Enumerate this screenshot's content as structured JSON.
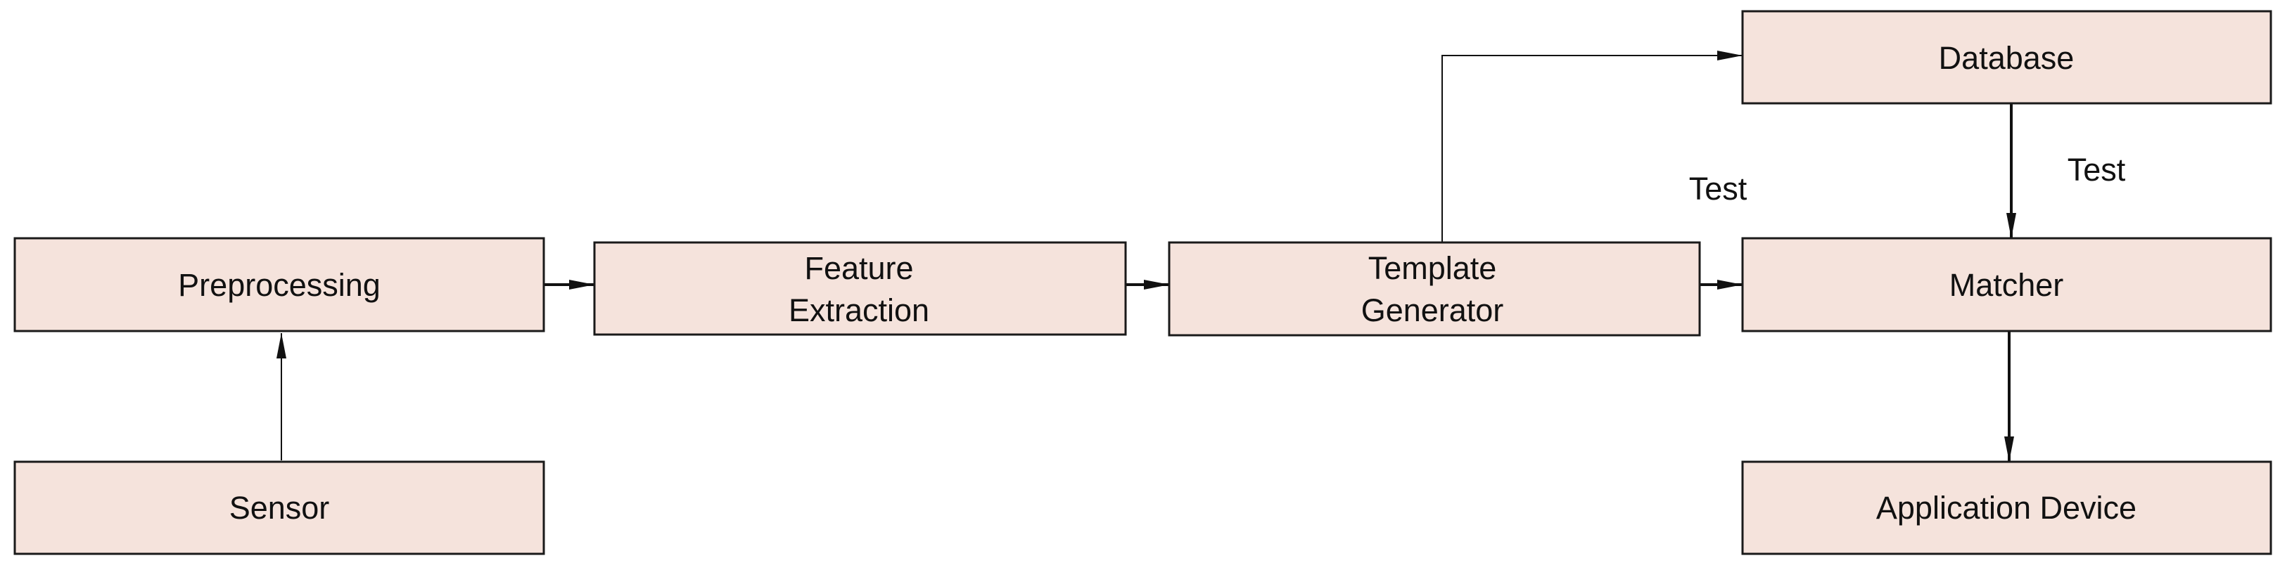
{
  "colors": {
    "node_fill": "#f5e3dc",
    "node_stroke": "#1a1a1a",
    "edge": "#111111"
  },
  "nodes": {
    "sensor": {
      "label": "Sensor"
    },
    "preprocessing": {
      "label": "Preprocessing"
    },
    "feature_extraction": {
      "label_lines": [
        "Feature",
        "Extraction"
      ]
    },
    "template_generator": {
      "label_lines": [
        "Template",
        "Generator"
      ]
    },
    "database": {
      "label": "Database"
    },
    "matcher": {
      "label": "Matcher"
    },
    "application_device": {
      "label": "Application Device"
    }
  },
  "edges": [
    {
      "from": "sensor",
      "to": "preprocessing"
    },
    {
      "from": "preprocessing",
      "to": "feature_extraction"
    },
    {
      "from": "feature_extraction",
      "to": "template_generator"
    },
    {
      "from": "template_generator",
      "to": "matcher"
    },
    {
      "from": "template_generator",
      "to": "database"
    },
    {
      "from": "database",
      "to": "matcher",
      "label": "Test"
    },
    {
      "from": "matcher",
      "to": "application_device"
    }
  ],
  "floating_labels": {
    "test_left": "Test"
  }
}
